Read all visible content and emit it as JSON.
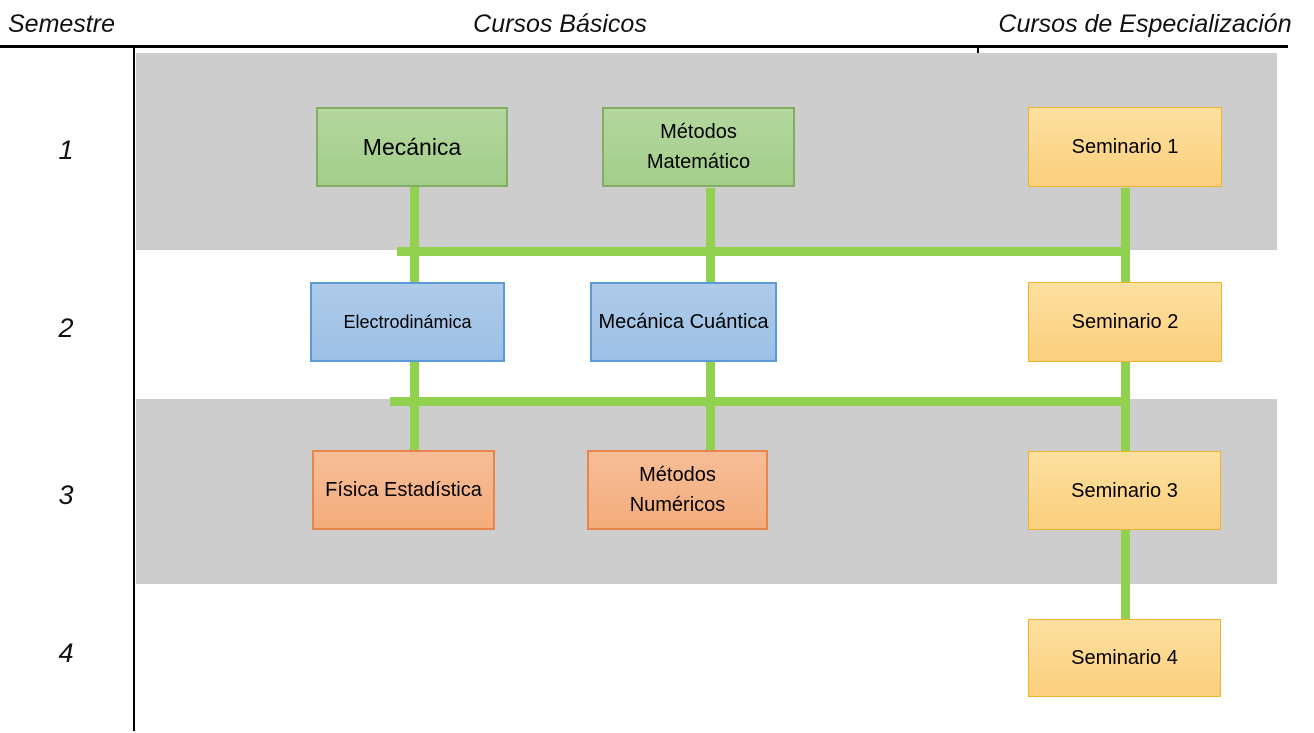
{
  "header": {
    "semester_col": "Semestre",
    "basic_col": "Cursos Básicos",
    "specialization_col": "Cursos de Especialización"
  },
  "semesters": [
    "1",
    "2",
    "3",
    "4"
  ],
  "boxes": [
    {
      "label": "Mecánica",
      "category": "basic",
      "semester": "1"
    },
    {
      "label": "Métodos Matemático",
      "category": "basic",
      "semester": "1"
    },
    {
      "label": "Seminario 1",
      "category": "specialization",
      "semester": "1"
    },
    {
      "label": "Electrodinámica",
      "category": "basic",
      "semester": "2"
    },
    {
      "label": "Mecánica Cuántica",
      "category": "basic",
      "semester": "2"
    },
    {
      "label": "Seminario 2",
      "category": "specialization",
      "semester": "2"
    },
    {
      "label": "Física Estadística",
      "category": "basic",
      "semester": "3"
    },
    {
      "label": "Métodos Numéricos",
      "category": "basic",
      "semester": "3"
    },
    {
      "label": "Seminario 3",
      "category": "specialization",
      "semester": "3"
    },
    {
      "label": "Seminario 4",
      "category": "specialization",
      "semester": "4"
    }
  ],
  "colors": {
    "band_gray": "#cdcdcd",
    "connector_green": "#92d050",
    "semester1_fill": "#a9d18e",
    "semester1_border": "#82ad63",
    "semester2_fill": "#9cc0e5",
    "semester2_border": "#5b9bd5",
    "semester3_fill": "#f4b183",
    "semester3_border": "#e8854a",
    "seminar_fill": "#fbd57f",
    "seminar_border": "#edb42c",
    "divider_black": "#000000"
  }
}
